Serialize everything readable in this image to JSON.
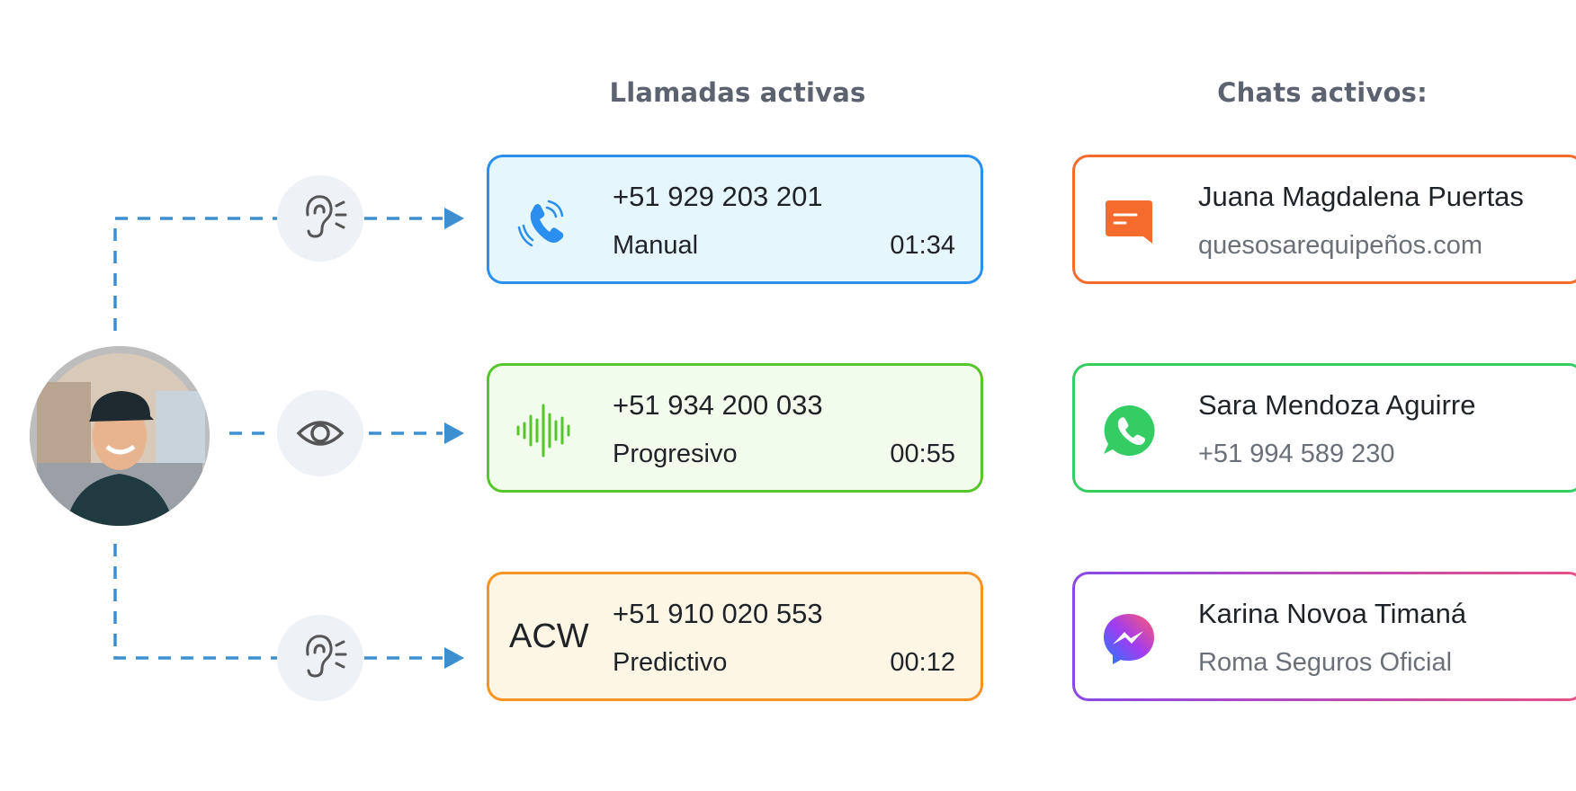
{
  "headings": {
    "calls": "Llamadas activas",
    "chats": "Chats activos:"
  },
  "calls": [
    {
      "phone": "+51 929 203 201",
      "mode": "Manual",
      "time": "01:34",
      "icon": "phone-ringing-icon",
      "accent": "#2b8ff0",
      "background": "#e6f6fd"
    },
    {
      "phone": "+51 934 200 033",
      "mode": "Progresivo",
      "time": "00:55",
      "icon": "sound-wave-icon",
      "accent": "#57c52c",
      "background": "#f2fcec"
    },
    {
      "phone": "+51 910 020 553",
      "mode": "Predictivo",
      "time": "00:12",
      "badge": "ACW",
      "accent": "#f69322",
      "background": "#fdf6e5"
    }
  ],
  "chats": [
    {
      "name": "Juana Magdalena Puertas",
      "detail": "quesosarequipeños.com",
      "icon": "chat-bubble-icon",
      "accent": "#f56a2d"
    },
    {
      "name": "Sara Mendoza Aguirre",
      "detail": "+51 994 589 230",
      "icon": "whatsapp-icon",
      "accent": "#34cd63"
    },
    {
      "name": "Karina Novoa Timaná",
      "detail": "Roma Seguros Oficial",
      "icon": "messenger-icon",
      "accent": "#8a48e8"
    }
  ],
  "monitor_actions": [
    {
      "icon": "ear-listen-icon"
    },
    {
      "icon": "eye-icon"
    },
    {
      "icon": "ear-listen-icon"
    }
  ],
  "agent": {
    "icon": "agent-avatar"
  }
}
